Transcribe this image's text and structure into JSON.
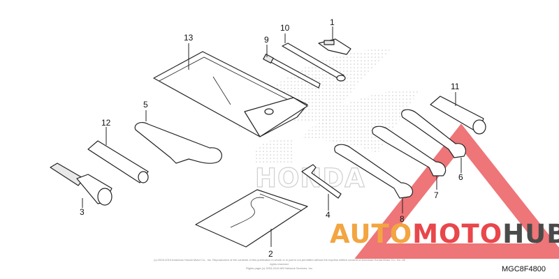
{
  "diagram": {
    "callouts": [
      "1",
      "2",
      "3",
      "4",
      "5",
      "6",
      "7",
      "8",
      "9",
      "10",
      "11",
      "12",
      "13"
    ],
    "brand_mark": "HONDA",
    "copyright_line_1": "(c) 2003-2019 American Honda Motor Co., Inc. Reproduction of the contents of this publication in whole or in part is not permitted without the express written consent of American Honda Motor Co., Inc. All rights reserved.",
    "copyright_line_2": "Rights page (c) 2003-2019 ARI Network Services, Inc.",
    "figure_code": "MGC8F4800"
  },
  "watermark": {
    "text_orange": "AUTO",
    "text_red": "MOTO",
    "text_dark": "HUB",
    "colors": {
      "orange": "#f2a541",
      "red": "#e8474b",
      "dark": "#4a4a4a",
      "triangle": "#e8474b"
    }
  }
}
